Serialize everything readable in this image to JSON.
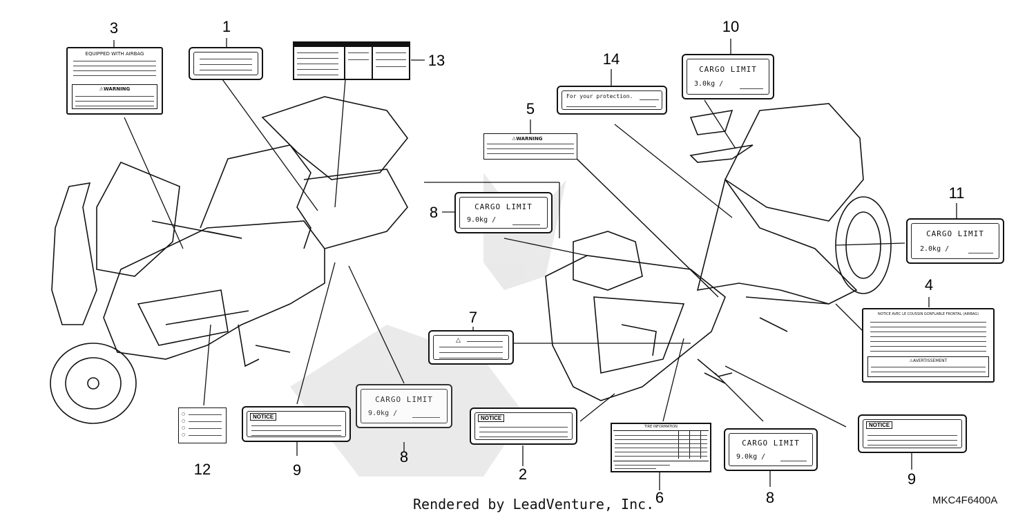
{
  "callouts": {
    "n1": "1",
    "n2": "2",
    "n3": "3",
    "n4": "4",
    "n5": "5",
    "n6": "6",
    "n7": "7",
    "n8a": "8",
    "n8b": "8",
    "n8c": "8",
    "n9a": "9",
    "n9b": "9",
    "n10": "10",
    "n11": "11",
    "n12": "12",
    "n13": "13",
    "n14": "14"
  },
  "labels": {
    "cargo_title": "CARGO LIMIT",
    "cargo_10_value": "3.0kg  /",
    "cargo_11_value": "2.0kg  /",
    "cargo_8_value": "9.0kg  /",
    "warning_text": "⚠WARNING",
    "notice_text": "NOTICE",
    "protection_text": "For your protection.",
    "equipped_text": "EQUIPPED WITH AIRBAG",
    "tire_info_text": "TIRE INFORMATION",
    "label4_header": "NOTICE AVEC LE COUSSIN GONFLABLE FRONTAL (AIRBAG)",
    "label4_footer": "⚠AVERTISSEMENT"
  },
  "footer": {
    "credit": "Rendered by LeadVenture, Inc.",
    "diagram_code": "MKC4F6400A"
  }
}
